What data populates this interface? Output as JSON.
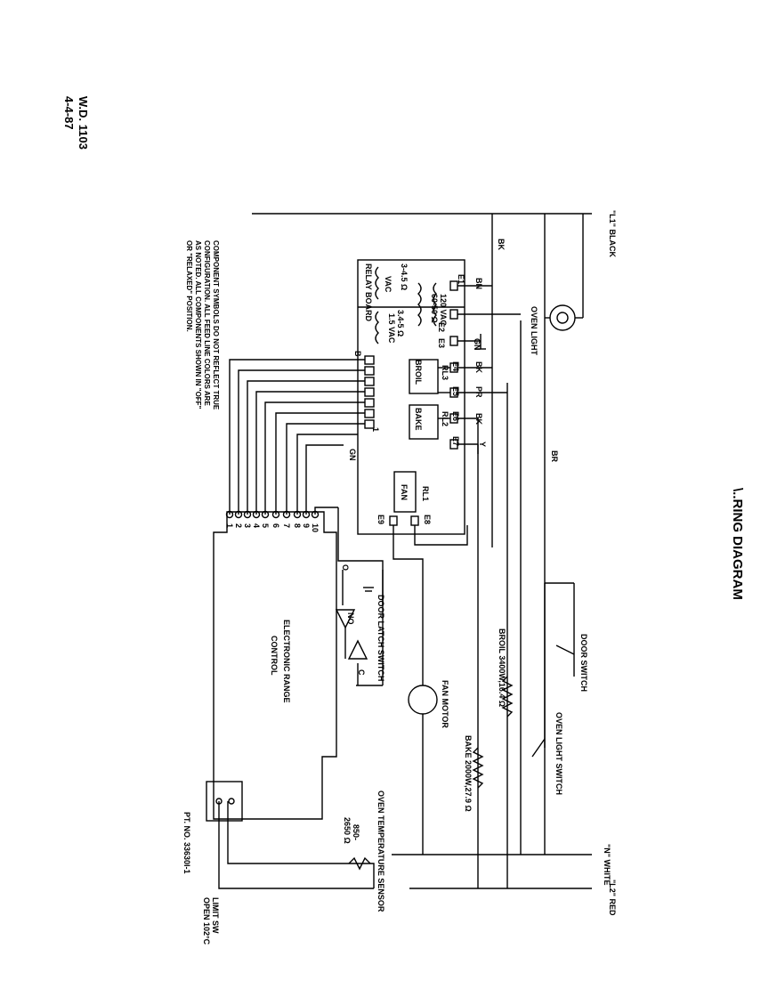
{
  "header": {
    "wd_number": "W.D. 1103",
    "date": "4-4-87"
  },
  "title": "\\..RING DIAGRAM",
  "labels": {
    "l1_black": "\"L1\" BLACK",
    "l2_red": "\"L2\" RED",
    "n_white": "\"N\" WHITE",
    "bk_top": "BK",
    "br": "BR",
    "oven_light": "OVEN LIGHT",
    "door_switch": "DOOR SWITCH",
    "oven_light_switch": "OVEN LIGHT SWITCH",
    "broil": "BROIL 3400W,16.4 Ω",
    "bake": "BAKE 2000W,27.9 Ω",
    "fan_motor": "FAN MOTOR",
    "door_latch_switch": "DOOR LATCH SWITCH",
    "erc": "ELECTRONIC RANGE",
    "erc2": "CONTROL",
    "relay_board": "RELAY BOARD",
    "vac1": "120 VAC",
    "vac2": "60-50 Ω",
    "ohm1": "3-4.5 Ω",
    "vac3": "VAC",
    "ohm2": "3.4-5 Ω",
    "vac4": "1.5 VAC",
    "e1": "E1",
    "e2": "E2",
    "e3": "E3",
    "e4": "E4",
    "e5": "E5",
    "e6": "E6",
    "e7": "E7",
    "e8": "E8",
    "e9": "E9",
    "bn": "BN",
    "gn": "GN",
    "bk1": "BK",
    "pr": "PR",
    "bk2": "BK",
    "y": "Y",
    "gn2": "GN",
    "rl1": "RL1",
    "rl2": "RL2",
    "rl3": "RL3",
    "fan": "FAN",
    "bake_relay": "BAKE",
    "broil_relay": "BROIL",
    "b_pin": "B",
    "one_pin": "1",
    "o_label": "O",
    "no": "NO",
    "c": "C",
    "oven_temp_sensor": "OVEN TEMPERATURE SENSOR",
    "ohm_range": "850-",
    "ohm_range2": "2650 Ω",
    "limit_sw": "LIMIT SW",
    "limit_sw2": "OPEN 102°C",
    "pt_no": "PT. NO. 33630I-1"
  },
  "terminals": [
    "1",
    "2",
    "3",
    "4",
    "5",
    "6",
    "7",
    "8",
    "9",
    "10"
  ],
  "note": [
    "COMPONENT SYMBOLS DO NOT REFLECT TRUE",
    "CONFIGURATION. ALL FEED LINE COLORS ARE",
    "AS NOTED. ALL COMPONENTS SHOWN IN \"OFF\"",
    "OR \"RELAXED\" POSITION."
  ]
}
